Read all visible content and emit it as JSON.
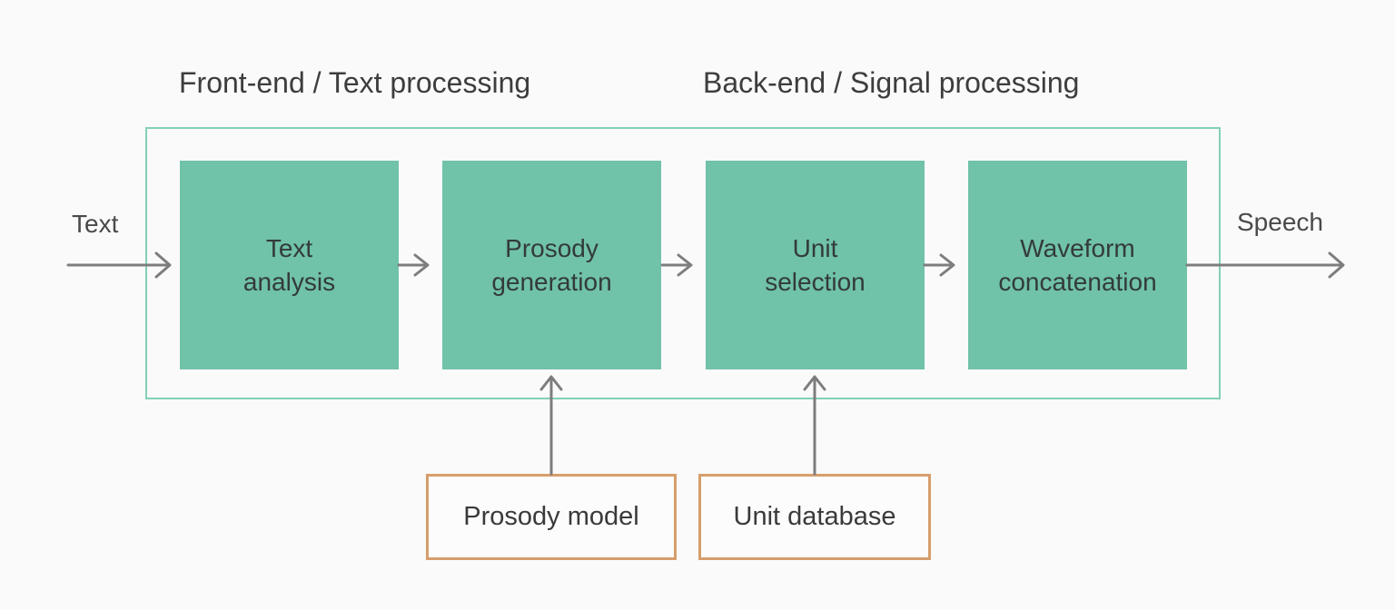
{
  "diagram": {
    "headings": {
      "frontend": "Front-end / Text processing",
      "backend": "Back-end / Signal processing"
    },
    "input_label": "Text",
    "output_label": "Speech",
    "stages": [
      {
        "label": "Text analysis",
        "line1": "Text",
        "line2": "analysis"
      },
      {
        "label": "Prosody generation",
        "line1": "Prosody",
        "line2": "generation"
      },
      {
        "label": "Unit selection",
        "line1": "Unit",
        "line2": "selection"
      },
      {
        "label": "Waveform concatenation",
        "line1": "Waveform",
        "line2": "concatenation"
      }
    ],
    "resources": [
      {
        "label": "Prosody model",
        "feeds": "Prosody generation"
      },
      {
        "label": "Unit database",
        "feeds": "Unit selection"
      }
    ],
    "colors": {
      "background": "#fafafa",
      "stage_fill": "#70c2a9",
      "pipeline_border": "#84d0b5",
      "resource_border": "#d69e6c",
      "arrow": "#7d7d7d",
      "text": "#3d3d3d"
    }
  }
}
